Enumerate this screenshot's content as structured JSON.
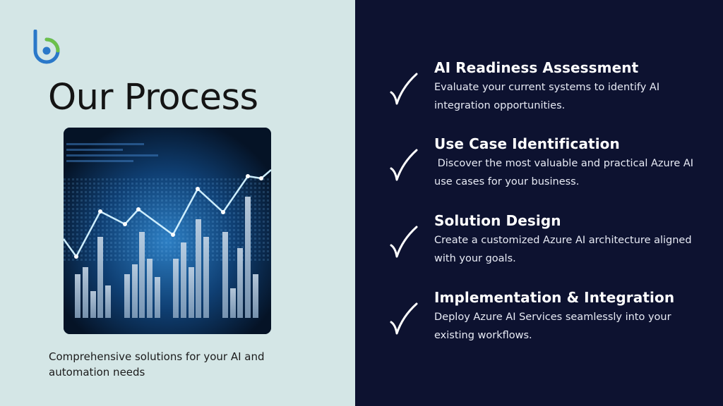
{
  "slide": {
    "title": "Our Process",
    "tagline": "Comprehensive solutions for your AI and automation needs",
    "colors": {
      "left_background": "#d4e6e6",
      "right_background": "#0d1230",
      "logo_blue": "#2a78c9",
      "logo_green": "#6cc04a"
    },
    "logo_icon": "brand-b-logo-icon",
    "image_icon": "financial-chart-image"
  },
  "steps": [
    {
      "title": "AI Readiness Assessment",
      "description": "Evaluate your current systems to identify AI integration opportunities."
    },
    {
      "title": "Use Case Identification",
      "description": " Discover the most valuable and practical Azure AI use cases for your business."
    },
    {
      "title": "Solution Design",
      "description": "Create a customized Azure AI architecture aligned with your goals."
    },
    {
      "title": "Implementation & Integration",
      "description": "Deploy Azure AI Services seamlessly into your existing workflows."
    }
  ]
}
